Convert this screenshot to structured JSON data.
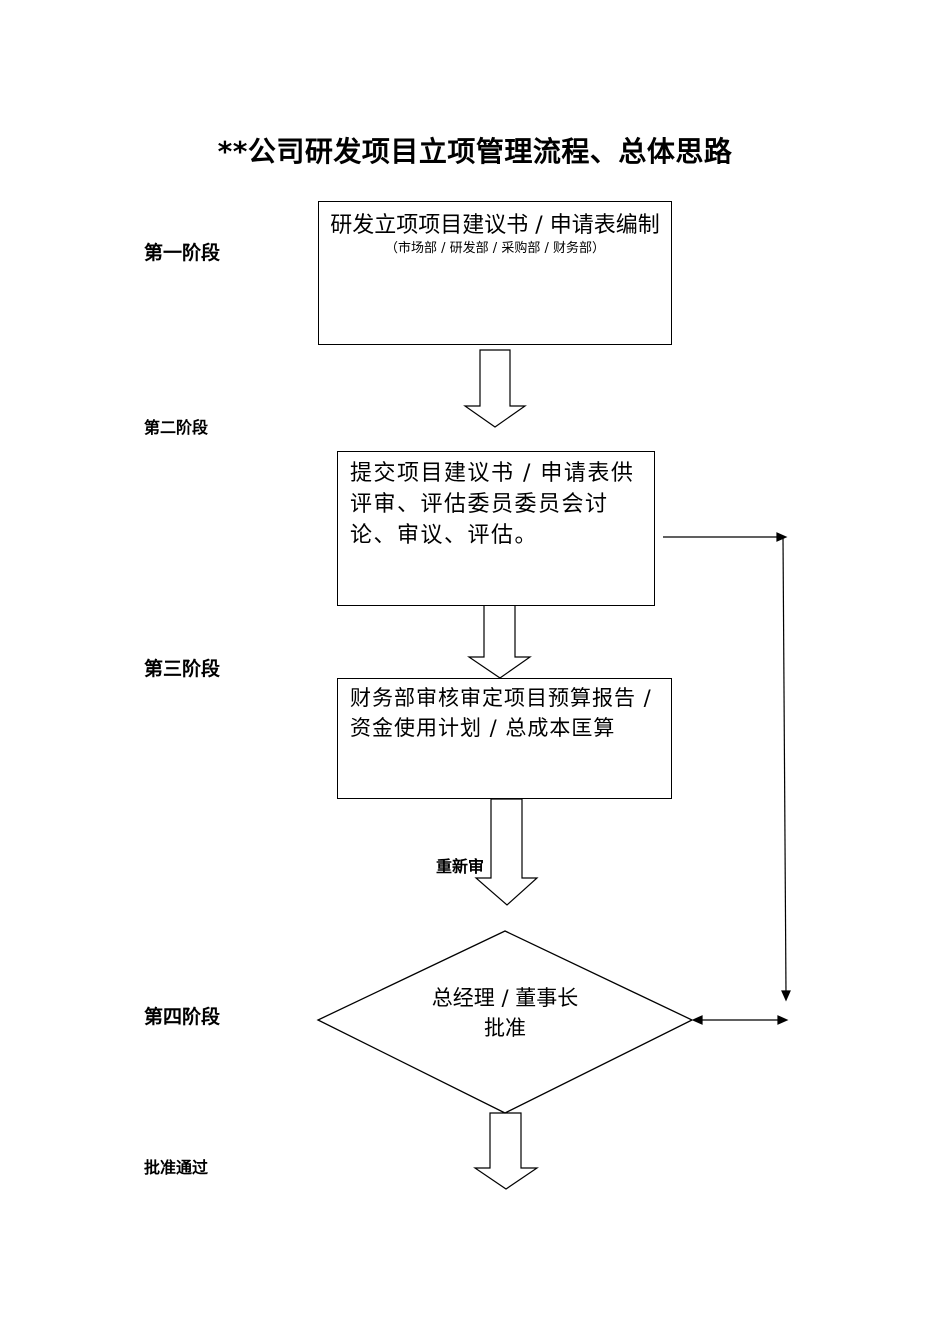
{
  "title": "**公司研发项目立项管理流程、总体思路",
  "stages": {
    "stage1": "第一阶段",
    "stage2": "第二阶段",
    "stage3": "第三阶段",
    "stage4": "第四阶段",
    "approved": "批准通过"
  },
  "steps": {
    "step1": {
      "main": "研发立项项目建议书 / 申请表编制",
      "sub": "（市场部 / 研发部 / 采购部 / 财务部）"
    },
    "step2": {
      "text": "提交项目建议书 / 申请表供评审、评估委员委员会讨论、审议、评估。"
    },
    "step3": {
      "text": "财务部审核审定项目预算报告 / 资金使用计划 / 总成本匡算"
    },
    "step4": {
      "line1": "总经理 / 董事长",
      "line2": "批准"
    }
  },
  "recheck_label": "重新审"
}
